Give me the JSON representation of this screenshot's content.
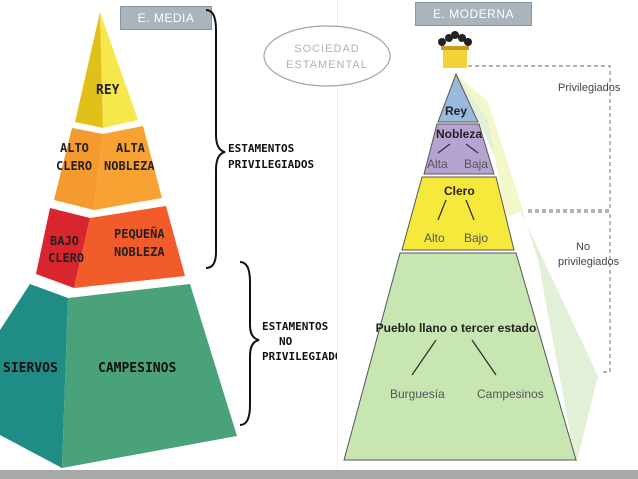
{
  "left": {
    "title": "E. MEDIA",
    "rey": "REY",
    "alto_clero": [
      "ALTO",
      "CLERO"
    ],
    "alta_nobleza": [
      "ALTA",
      "NOBLEZA"
    ],
    "bajo_clero": [
      "BAJO",
      "CLERO"
    ],
    "pequena_nobleza": [
      "PEQUEÑA",
      "NOBLEZA"
    ],
    "siervos": "SIERVOS",
    "campesinos": "CAMPESINOS",
    "privileged_label": [
      "ESTAMENTOS",
      "PRIVILEGIADOS"
    ],
    "nonprivileged_label": [
      "ESTAMENTOS",
      "NO",
      "PRIVILEGIADOS"
    ]
  },
  "center_badge": [
    "SOCIEDAD",
    "ESTAMENTAL"
  ],
  "right": {
    "title": "E. MODERNA",
    "rey": "Rey",
    "nobleza": "Nobleza",
    "alta": "Alta",
    "baja": "Baja",
    "clero": "Clero",
    "alto": "Alto",
    "bajo": "Bajo",
    "pueblo": "Pueblo llano o tercer estado",
    "burguesia": "Burguesía",
    "campesinos": "Campesinos",
    "privilegiados": "Privilegiados",
    "no_privilegiados": [
      "No",
      "privilegiados"
    ]
  },
  "colors": {
    "left_yellow": "#f6e84a",
    "left_orange": "#f7a233",
    "left_red_dark": "#d9262e",
    "left_red_light": "#f25b2a",
    "left_teal": "#1f8c86",
    "left_green": "#4aa27a",
    "right_blue": "#9bb9dc",
    "right_purple": "#b7a3d2",
    "right_yellow": "#f7e93c",
    "right_green": "#c7e6b1"
  }
}
